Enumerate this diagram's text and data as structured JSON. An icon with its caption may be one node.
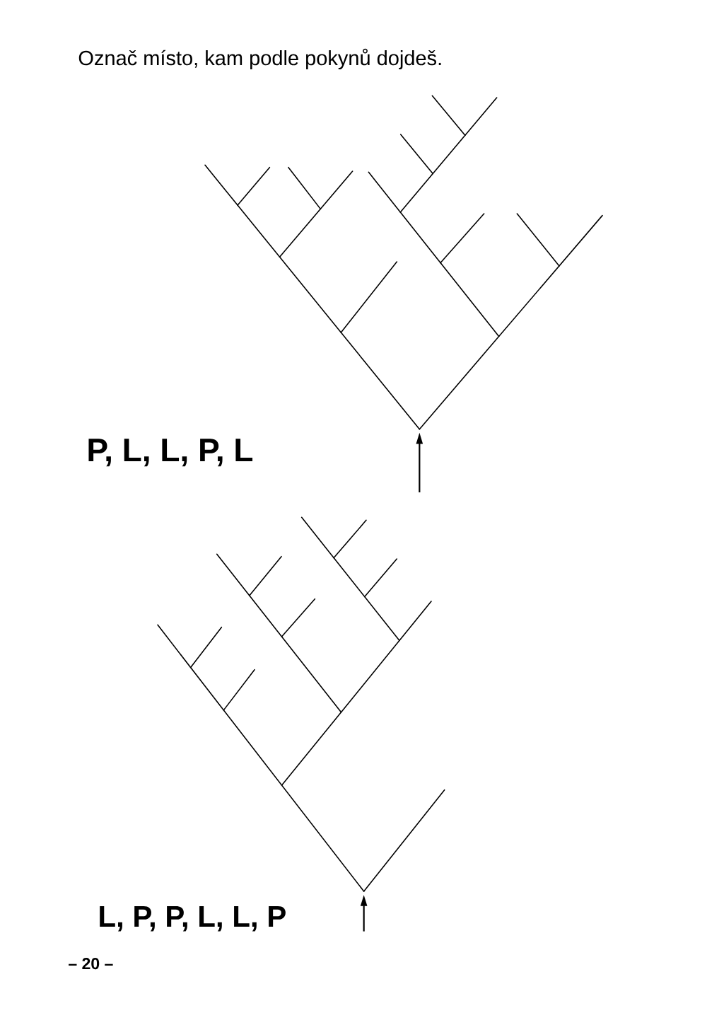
{
  "diagram": {
    "title": "Označ místo, kam podle pokynů dojdeš.",
    "nodes": [
      {
        "text": [],
        "shape": "picture",
        "beside": [
          "P, L, L, P, L"
        ]
      },
      {
        "text": [],
        "shape": "picture",
        "beside": [
          "L, P, P, L, L, P"
        ]
      }
    ],
    "edges": [
      {
        "from": null,
        "to": 0,
        "arrow": "to"
      },
      {
        "from": null,
        "to": 1,
        "arrow": "to"
      }
    ],
    "labels": [
      "– 20 –"
    ]
  }
}
